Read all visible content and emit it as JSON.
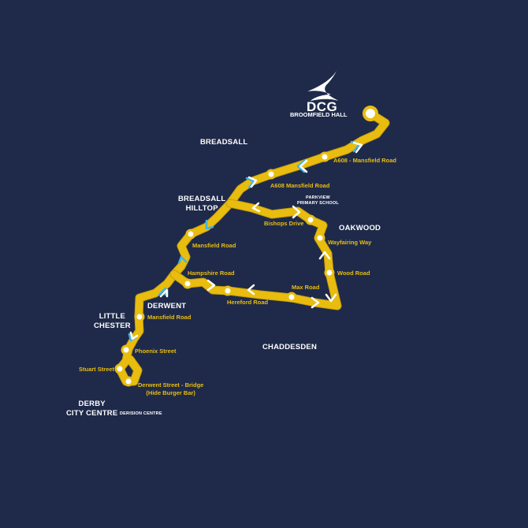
{
  "brand": {
    "name": "DCG",
    "campus": "BROOMFIELD HALL",
    "logo_icon": "swoosh-logo-icon"
  },
  "colors": {
    "background": "#1f2a4a",
    "route": "#e9bd0f",
    "stop_fill": "#ffffff",
    "arrow_outbound": "#3fb3e6",
    "arrow_inbound": "#ffffff",
    "area_text": "#ffffff",
    "stop_text": "#e9bd0f"
  },
  "areas": [
    {
      "name": "BREADSALL"
    },
    {
      "name": "BREADSALL HILLTOP",
      "line1": "BREADSALL",
      "line2": "HILLTOP"
    },
    {
      "name": "OAKWOOD"
    },
    {
      "name": "DERWENT"
    },
    {
      "name": "LITTLE CHESTER",
      "line1": "LITTLE",
      "line2": "CHESTER"
    },
    {
      "name": "CHADDESDEN"
    },
    {
      "name": "DERBY CITY CENTRE",
      "line1": "DERBY",
      "line2": "CITY CENTRE"
    }
  ],
  "points_of_interest": [
    {
      "name": "PARKVIEW PRIMARY SCHOOL",
      "line1": "PARKVIEW",
      "line2": "PRIMARY SCHOOL"
    },
    {
      "name": "DERISION CENTRE"
    }
  ],
  "stops": [
    {
      "name": "A608 - Mansfield Road"
    },
    {
      "name": "A608 Mansfield Road"
    },
    {
      "name": "Mansfield Road"
    },
    {
      "name": "Hampshire Road"
    },
    {
      "name": "Hereford Road"
    },
    {
      "name": "Max Road"
    },
    {
      "name": "Wood Road"
    },
    {
      "name": "Wayfairing Way"
    },
    {
      "name": "Bishops Drive"
    },
    {
      "name": "Mansfield Road"
    },
    {
      "name": "Phoenix Street"
    },
    {
      "name": "Stuart Street"
    },
    {
      "name": "Derwent Street - Bridge",
      "line1": "Derwent Street - Bridge",
      "line2": "(Hide Burger Bar)"
    }
  ]
}
